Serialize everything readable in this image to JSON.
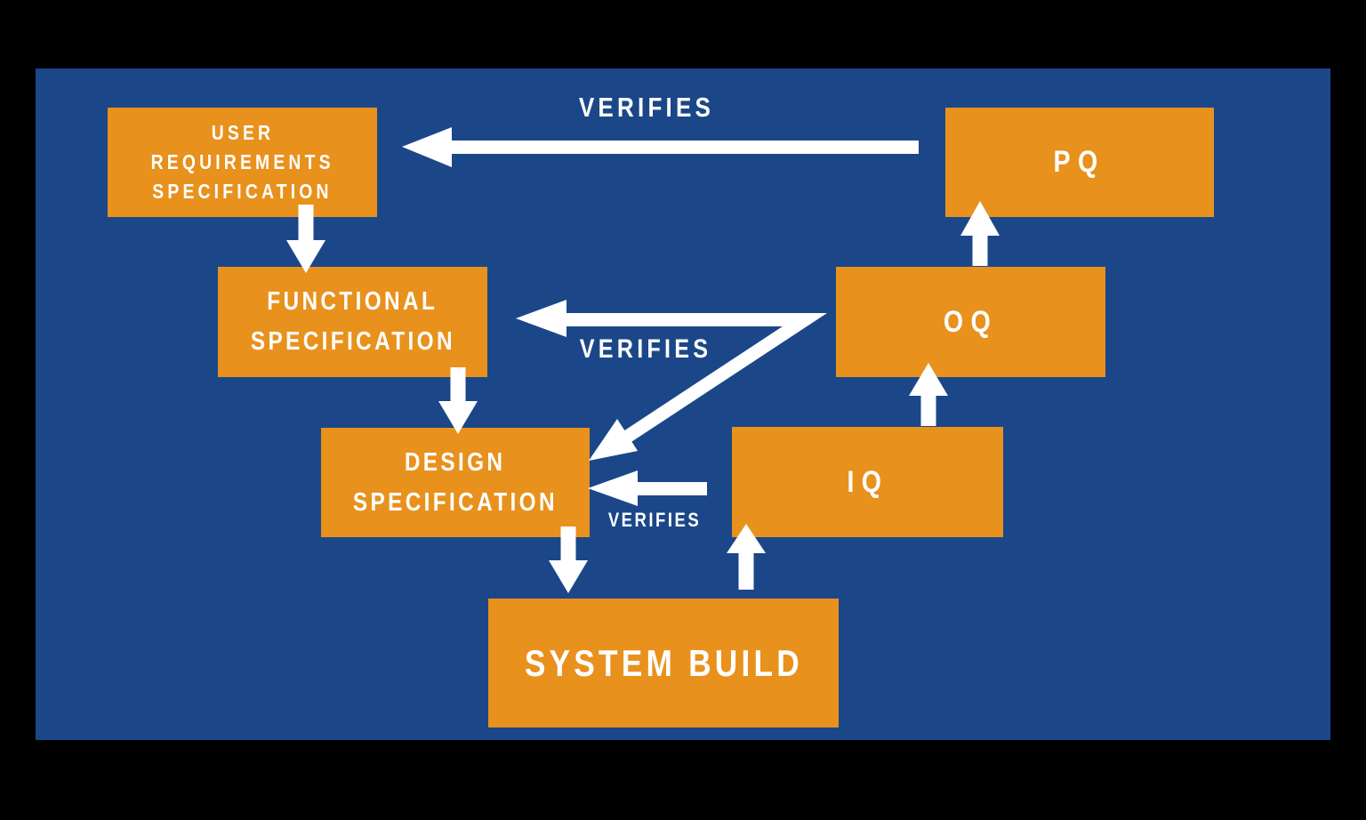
{
  "colors": {
    "frame": "#000000",
    "panel": "#1B4789",
    "node": "#E8911D",
    "ink": "#FFFFFF"
  },
  "nodes": {
    "user_requirements_specification": {
      "lines": [
        "USER",
        "REQUIREMENTS",
        "SPECIFICATION"
      ]
    },
    "functional_specification": {
      "lines": [
        "FUNCTIONAL",
        "SPECIFICATION"
      ]
    },
    "design_specification": {
      "lines": [
        "DESIGN",
        "SPECIFICATION"
      ]
    },
    "system_build": {
      "lines": [
        "SYSTEM BUILD"
      ]
    },
    "iq": {
      "lines": [
        "IQ"
      ]
    },
    "oq": {
      "lines": [
        "OQ"
      ]
    },
    "pq": {
      "lines": [
        "PQ"
      ]
    }
  },
  "arrow_labels": {
    "pq_verifies_urs": "VERIFIES",
    "oq_verifies_specs": "VERIFIES",
    "iq_verifies_design": "VERIFIES"
  },
  "edges": [
    {
      "from": "user_requirements_specification",
      "to": "functional_specification",
      "kind": "flow"
    },
    {
      "from": "functional_specification",
      "to": "design_specification",
      "kind": "flow"
    },
    {
      "from": "design_specification",
      "to": "system_build",
      "kind": "flow"
    },
    {
      "from": "system_build",
      "to": "iq",
      "kind": "flow"
    },
    {
      "from": "iq",
      "to": "oq",
      "kind": "flow"
    },
    {
      "from": "oq",
      "to": "pq",
      "kind": "flow"
    },
    {
      "from": "pq",
      "to": "user_requirements_specification",
      "kind": "verifies"
    },
    {
      "from": "oq",
      "to": "functional_specification",
      "kind": "verifies"
    },
    {
      "from": "oq",
      "to": "design_specification",
      "kind": "verifies"
    },
    {
      "from": "iq",
      "to": "design_specification",
      "kind": "verifies"
    }
  ]
}
